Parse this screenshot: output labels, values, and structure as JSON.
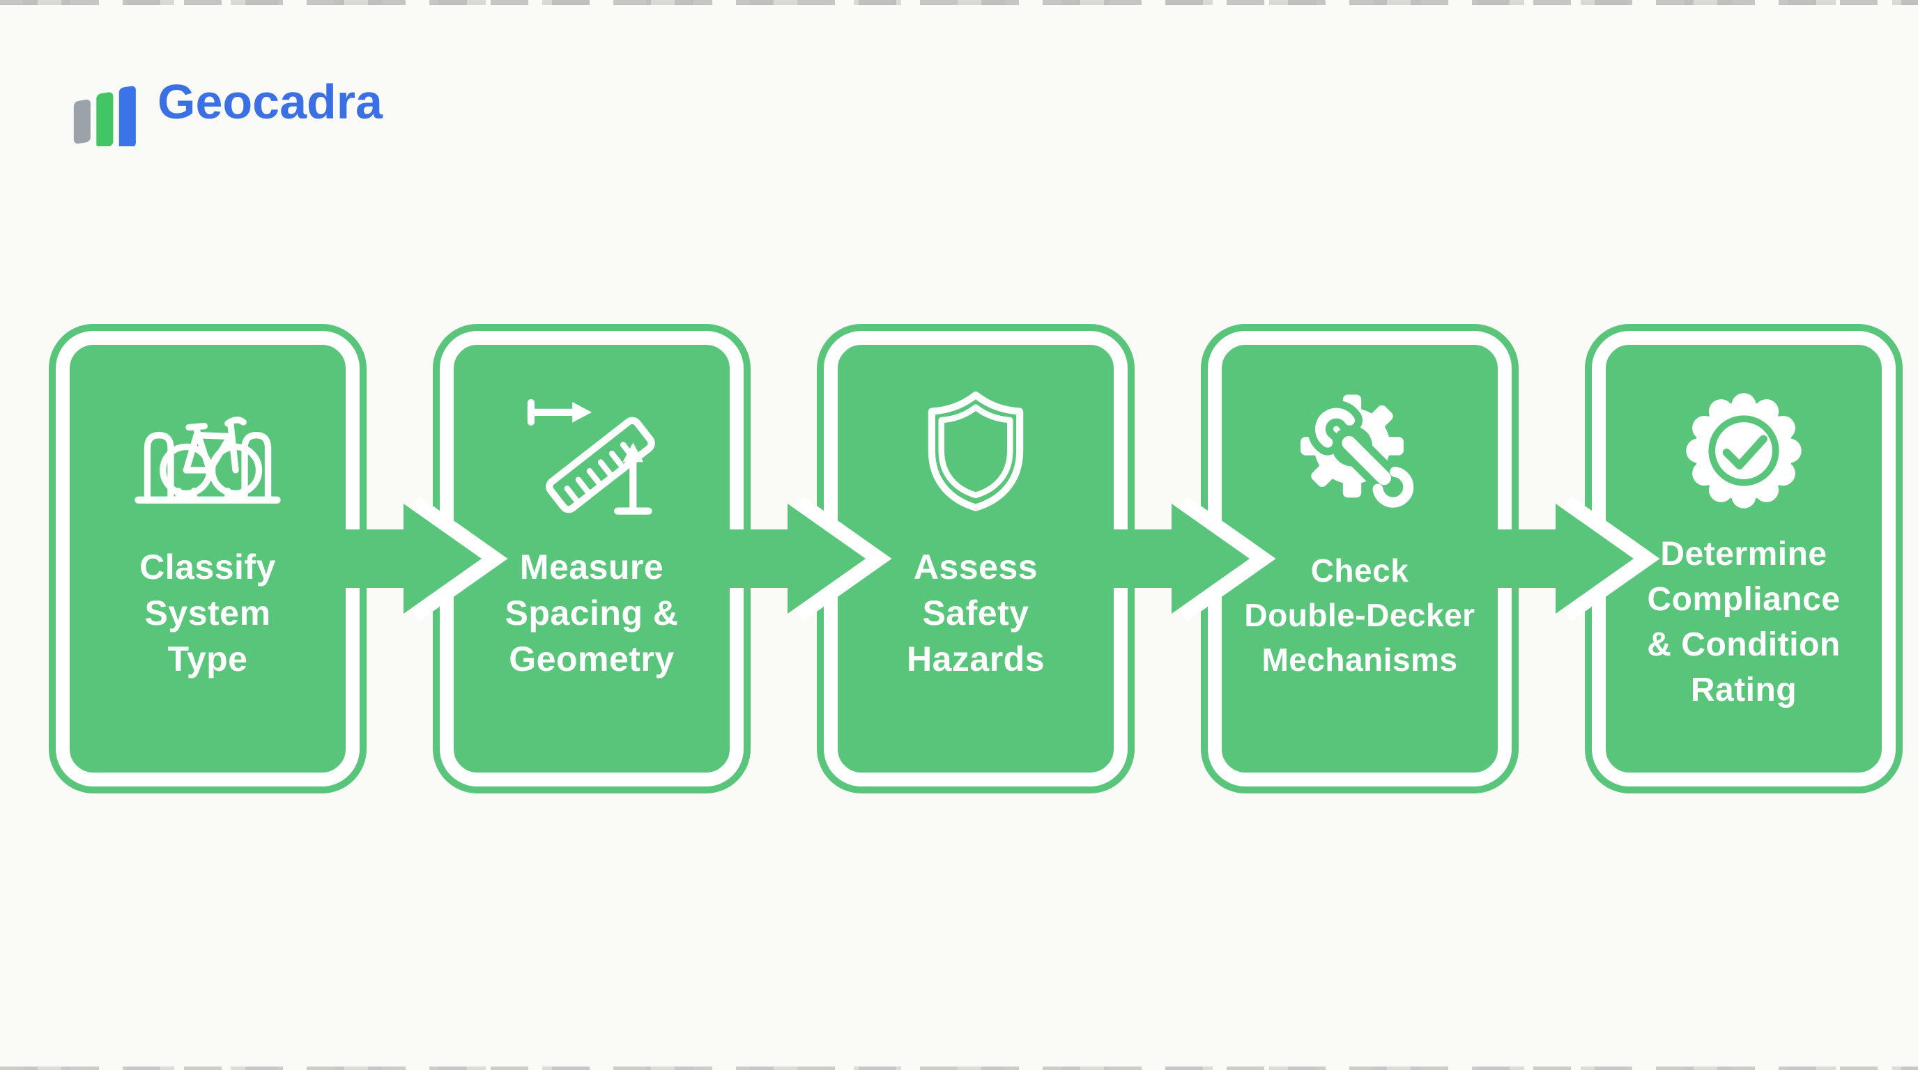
{
  "brand": {
    "name": "Geocadra",
    "logo_icon": "bar-chart-logo-icon",
    "text_color": "#3B70E4",
    "bar_colors": {
      "gray": "#9BA2AA",
      "green": "#41C565",
      "blue": "#3B73E8"
    }
  },
  "page": {
    "background_color": "#FAFAF6"
  },
  "flow": {
    "card_color": "#58C57B",
    "card_border_color": "#FFFFFF",
    "arrow_color": "#58C57B",
    "steps": [
      {
        "title": "Classify\nSystem\nType",
        "icon": "bicycle-rack-icon"
      },
      {
        "title": "Measure\nSpacing &\nGeometry",
        "icon": "ruler-arrows-icon"
      },
      {
        "title": "Assess\nSafety\nHazards",
        "icon": "shield-icon"
      },
      {
        "title": "Check\nDouble-Decker\nMechanisms",
        "icon": "gear-wrench-icon"
      },
      {
        "title": "Determine\nCompliance\n& Condition\nRating",
        "icon": "rosette-check-icon"
      }
    ]
  }
}
